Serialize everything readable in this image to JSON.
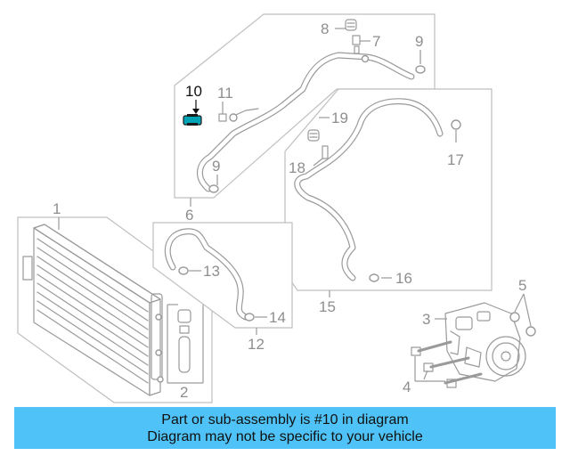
{
  "callouts": {
    "c1": "1",
    "c2": "2",
    "c3": "3",
    "c4": "4",
    "c5": "5",
    "c6": "6",
    "c7": "7",
    "c8": "8",
    "c9a": "9",
    "c9b": "9",
    "c10": "10",
    "c11": "11",
    "c12": "12",
    "c13": "13",
    "c14": "14",
    "c15": "15",
    "c16": "16",
    "c17": "17",
    "c18": "18",
    "c19": "19"
  },
  "banner": {
    "line1": "Part or sub-assembly is #10 in diagram",
    "line2": "Diagram may not be specific to your vehicle"
  },
  "colors": {
    "banner_bg": "#4fc3f7",
    "highlight_part": "#00a4b4"
  }
}
